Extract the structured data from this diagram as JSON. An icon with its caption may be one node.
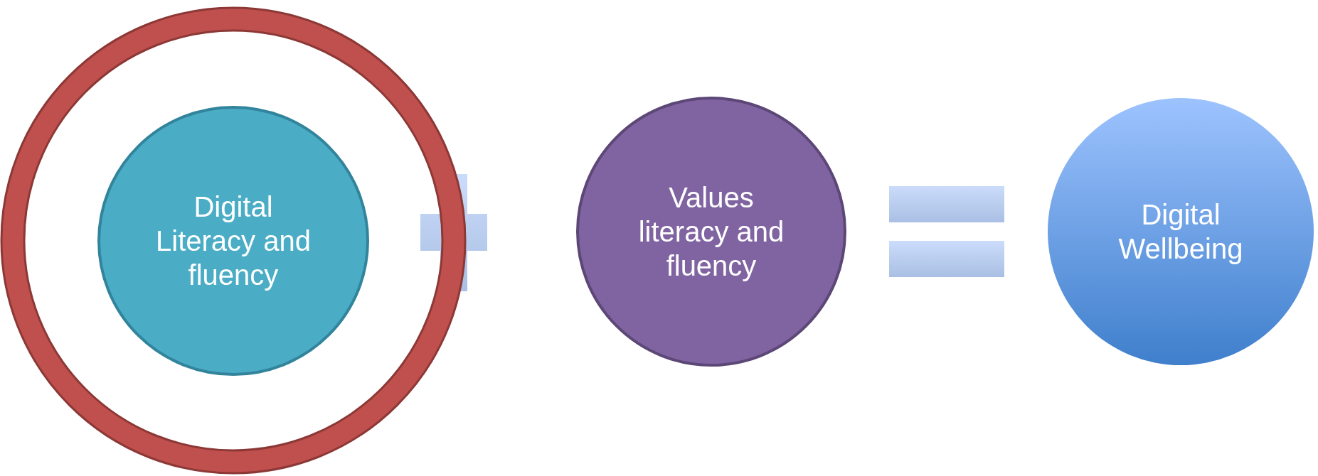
{
  "diagram": {
    "nodes": [
      {
        "text": [],
        "shape": "circle"
      },
      {
        "text": [
          "Digital Literacy and fluency"
        ],
        "in": 0
      },
      {
        "text": [
          "Values literacy and fluency"
        ]
      },
      {
        "text": [
          "Digital Wellbeing"
        ]
      }
    ]
  }
}
